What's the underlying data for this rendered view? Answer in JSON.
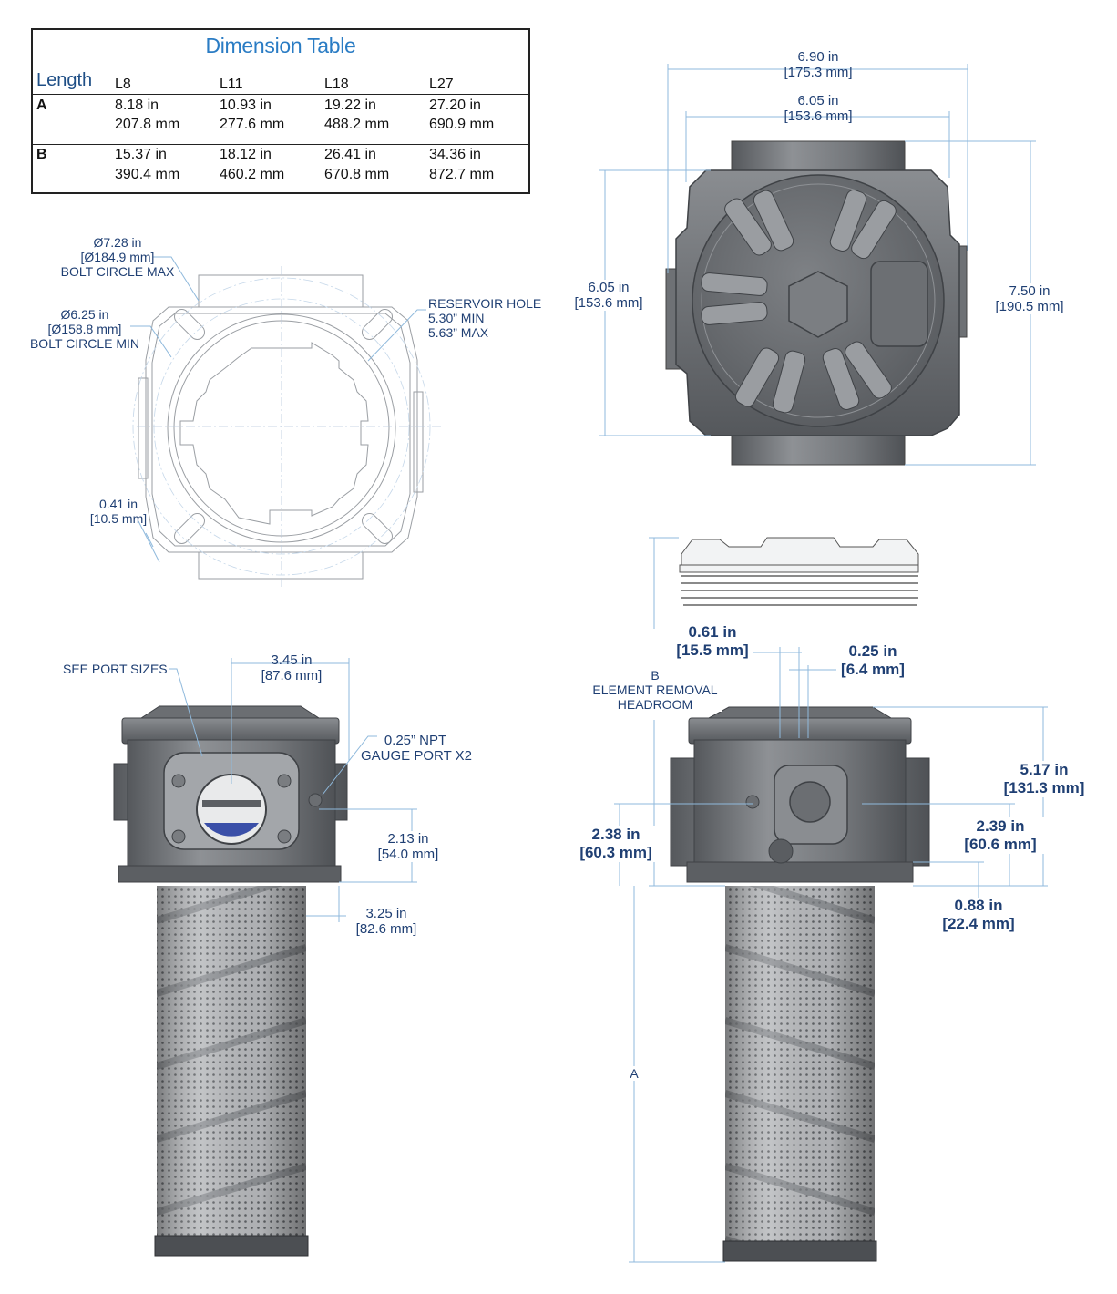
{
  "dimension_table": {
    "title": "Dimension Table",
    "length_label": "Length",
    "columns": [
      "L8",
      "L11",
      "L18",
      "L27"
    ],
    "rows": [
      {
        "label": "A",
        "inches": [
          "8.18 in",
          "10.93 in",
          "19.22 in",
          "27.20 in"
        ],
        "mm": [
          "207.8 mm",
          "277.6 mm",
          "488.2 mm",
          "690.9 mm"
        ]
      },
      {
        "label": "B",
        "inches": [
          "15.37 in",
          "18.12 in",
          "26.41 in",
          "34.36 in"
        ],
        "mm": [
          "390.4 mm",
          "460.2 mm",
          "670.8 mm",
          "872.7 mm"
        ]
      }
    ]
  },
  "flange_view": {
    "bolt_circle_max": [
      "Ø7.28 in",
      "[Ø184.9 mm]",
      "BOLT CIRCLE MAX"
    ],
    "bolt_circle_min": [
      "Ø6.25 in",
      "[Ø158.8 mm]",
      "BOLT CIRCLE MIN"
    ],
    "reservoir_hole": [
      "RESERVOIR HOLE",
      "5.30” MIN",
      "5.63” MAX"
    ],
    "slot_width": [
      "0.41 in",
      "[10.5 mm]"
    ]
  },
  "top_view": {
    "overall_width": [
      "6.90 in",
      "[175.3 mm]"
    ],
    "body_width": [
      "6.05 in",
      "[153.6 mm]"
    ],
    "body_depth": [
      "6.05 in",
      "[153.6 mm]"
    ],
    "overall_depth": [
      "7.50 in",
      "[190.5 mm]"
    ]
  },
  "front_view": {
    "see_port_sizes": "SEE PORT SIZES",
    "port_span": [
      "3.45 in",
      "[87.6 mm]"
    ],
    "gauge_port": [
      "0.25” NPT",
      "GAUGE PORT X2"
    ],
    "port_height": [
      "2.13 in",
      "[54.0 mm]"
    ],
    "element_diameter": [
      "3.25 in",
      "[82.6 mm]"
    ]
  },
  "side_view": {
    "offset_a": [
      "0.61 in",
      "[15.5 mm]"
    ],
    "offset_b": [
      "0.25 in",
      "[6.4 mm]"
    ],
    "headroom": [
      "B",
      "ELEMENT REMOVAL",
      "HEADROOM"
    ],
    "head_height": [
      "5.17 in",
      "[131.3 mm]"
    ],
    "left_port_height": [
      "2.38 in",
      "[60.3 mm]"
    ],
    "right_port_height": [
      "2.39 in",
      "[60.6 mm]"
    ],
    "bottom_offset": [
      "0.88 in",
      "[22.4 mm]"
    ],
    "length_a": "A"
  },
  "colors": {
    "dimension_line": "#8fb9dc",
    "label_text": "#1f3f73",
    "table_title": "#2a7cc4",
    "metal_dark": "#5c5f63",
    "metal_mid": "#7d8084",
    "metal_light": "#a9acb0",
    "port_blue": "#3a4fa8"
  }
}
